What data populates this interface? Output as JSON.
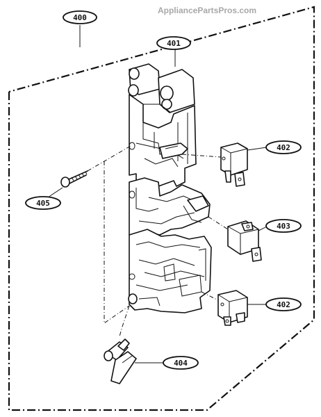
{
  "watermark": "AppliancePartsPros.com",
  "callouts": {
    "assembly": "400",
    "bracket": "401",
    "switch_top": "402",
    "switch_middle": "403",
    "switch_bottom": "402",
    "lever": "404",
    "screw": "405"
  }
}
